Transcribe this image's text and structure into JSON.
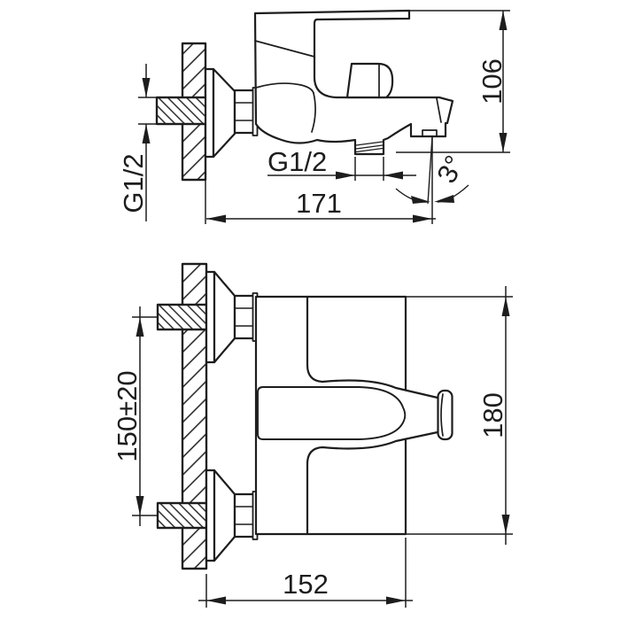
{
  "title": "bath-shower-mixer-installation-drawing",
  "colors": {
    "background": "#ffffff",
    "line": "#1d1d1d"
  },
  "side_view": {
    "wall_thread_label": "G1/2",
    "outlet_thread_label": "G1/2",
    "spout_reach_label": "171",
    "height_label": "106",
    "spout_angle_label": "3°"
  },
  "front_view": {
    "inlet_spacing_label": "150±20",
    "overall_height_label": "180",
    "overall_width_label": "152"
  }
}
